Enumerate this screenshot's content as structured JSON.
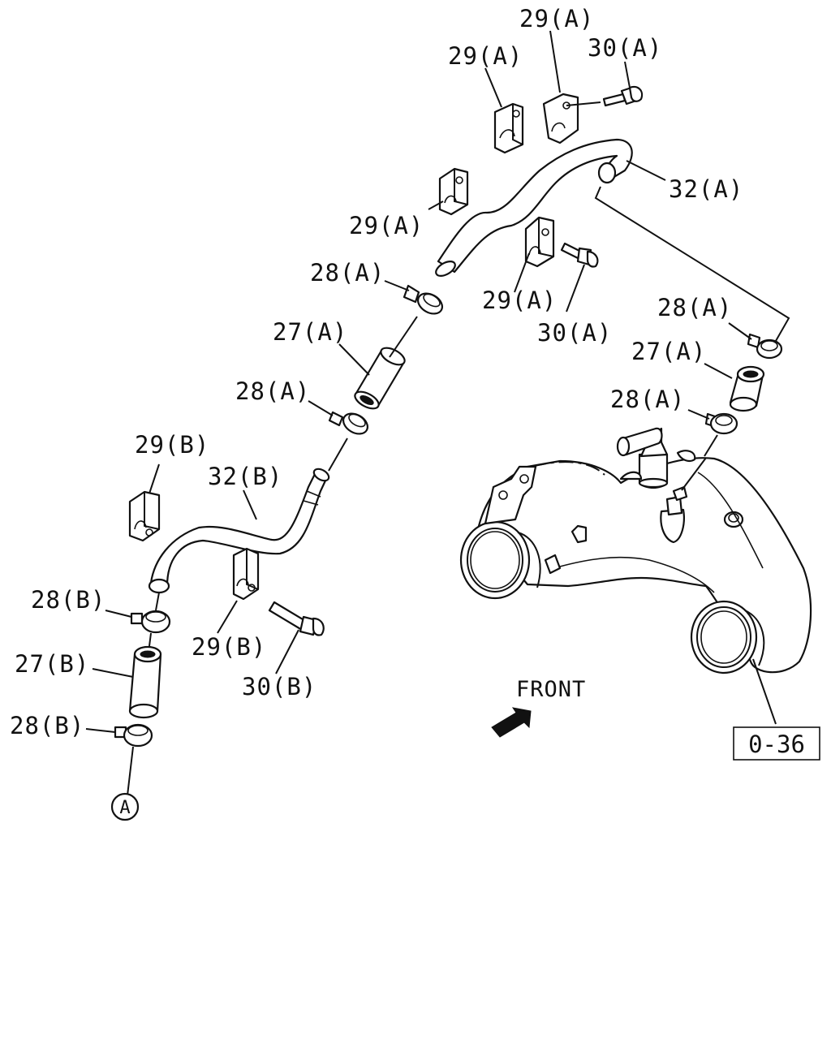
{
  "callouts": {
    "c29a_1": "29(A)",
    "c29a_2": "29(A)",
    "c30a_1": "30(A)",
    "c32a": "32(A)",
    "c29a_3": "29(A)",
    "c28a_1": "28(A)",
    "c29a_4": "29(A)",
    "c30a_2": "30(A)",
    "c27a_1": "27(A)",
    "c28a_2": "28(A)",
    "c28a_3": "28(A)",
    "c27a_2": "27(A)",
    "c28a_4": "28(A)",
    "c29b_1": "29(B)",
    "c32b": "32(B)",
    "c28b_1": "28(B)",
    "c29b_2": "29(B)",
    "c27b": "27(B)",
    "c30b": "30(B)",
    "c28b_2": "28(B)"
  },
  "front_label": "FRONT",
  "reference_box": "0-36",
  "connector_mark": "A",
  "icons": {
    "front_arrow": "arrow-icon"
  }
}
